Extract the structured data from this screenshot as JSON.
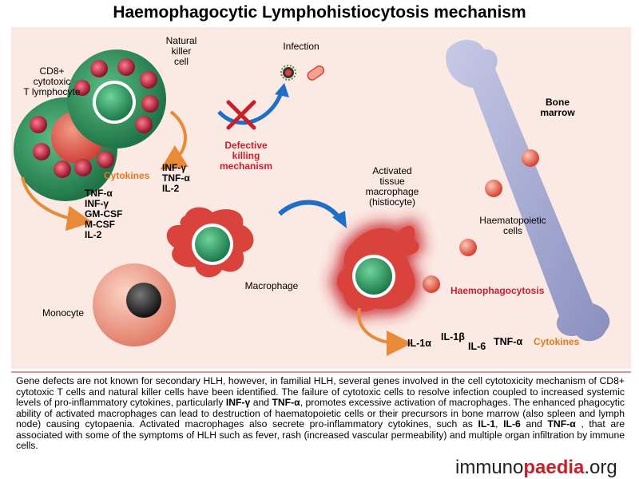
{
  "title": "Haemophagocytic Lymphohistiocytosis mechanism",
  "labels": {
    "cd8": [
      "CD8+",
      "cytotoxic",
      "T lymphocyte"
    ],
    "nk": [
      "Natural",
      "killer",
      "cell"
    ],
    "infection": "Infection",
    "defective": [
      "Defective",
      "killing",
      "mechanism"
    ],
    "bone_marrow": [
      "Bone",
      "marrow"
    ],
    "cytokines_left": "Cytokines",
    "nk_cytokines": [
      "INF-γ",
      "TNF-α",
      "IL-2"
    ],
    "t_cytokines": [
      "TNF-α",
      "INF-γ",
      "GM-CSF",
      "M-CSF",
      "IL-2"
    ],
    "activated_macrophage": [
      "Activated",
      "tissue",
      "macrophage",
      "(histiocyte)"
    ],
    "haematopoietic": [
      "Haematopoietic",
      "cells"
    ],
    "haemophagocytosis": "Haemophagocytosis",
    "macrophage": "Macrophage",
    "monocyte": "Monocyte",
    "il1a": "IL-1α",
    "il1b": "IL-1β",
    "il6": "IL-6",
    "tnfa": "TNF-α",
    "cytokines_right": "Cytokines"
  },
  "description": {
    "p1": "Gene defects are not known for secondary HLH, however, in familial HLH, several genes involved in the cell cytotoxicity mechanism of CD8+ cytotoxic T cells and natural killer cells have been identified. The failure of cytotoxic cells to resolve infection coupled to increased systemic levels of pro-inflammatory cytokines, particularly ",
    "b1": "INF-γ",
    "p2": " and ",
    "b2": "TNF-α",
    "p3": ", promotes excessive activation of macrophages. The enhanced phagocytic ability of activated macrophages can lead to destruction of haematopoietic cells or their precursors in bone marrow (also spleen and lymph node) causing cytopaenia. Activated macrophages also secrete pro-inflammatory cytokines, such as ",
    "b3": "IL-1",
    "p4": ", ",
    "b4": "IL-6",
    "p5": " and ",
    "b5": "TNF-α",
    "p6": " , that are associated with some of the symptoms of HLH such as fever, rash (increased vascular permeability) and multiple organ infiltration by immune cells."
  },
  "logo": {
    "a": "immuno",
    "b": "paedia",
    "c": ".org"
  },
  "colors": {
    "background_panel": "#fbe9e4",
    "green_cell": "#2e8b57",
    "green_nucleus": "#3aa36a",
    "red_cell": "#d9433c",
    "orange_arrow": "#e98a38",
    "blue_arrow": "#1f6fc9",
    "cross": "#c8202a",
    "bone": "#9ea2c8"
  }
}
